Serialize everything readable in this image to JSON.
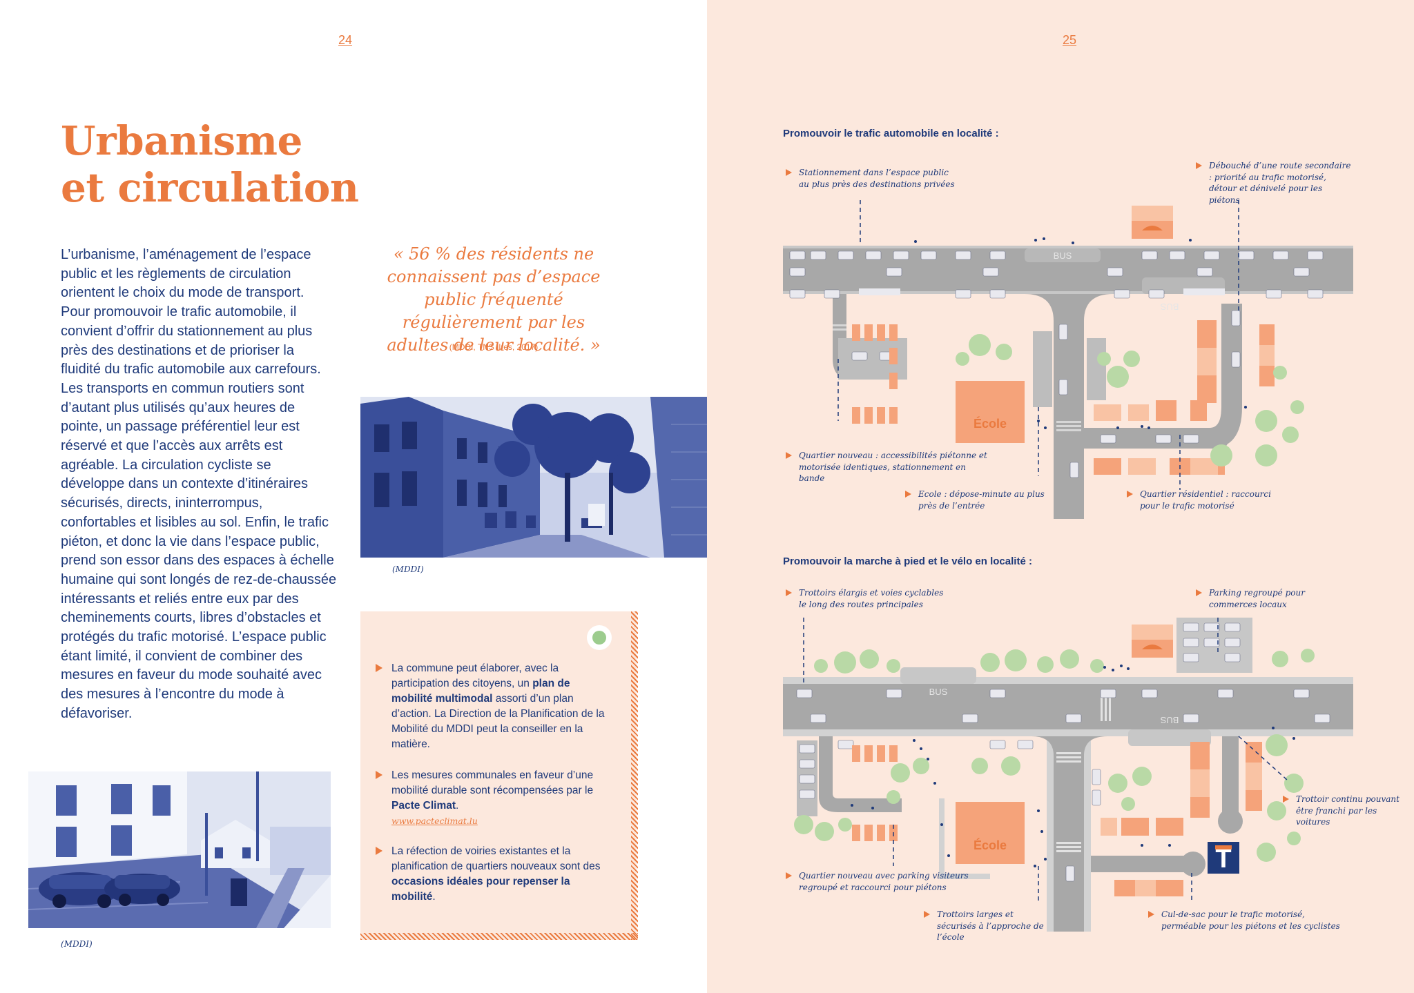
{
  "left_page": {
    "page_number": "24",
    "title_line1": "Urbanisme",
    "title_line2": "et circulation",
    "body": "L’urbanisme, l’aménagement de l’espace public et les règlements de circulation orientent le choix du mode de transport. Pour promouvoir le trafic automobile, il convient d’offrir du stationnement au plus près des destinations et de prioriser la fluidité du trafic automobile aux carrefours. Les transports en commun routiers sont d’autant plus utilisés qu’aux heures de pointe, un passage préférentiel leur est réservé et que l’accès aux arrêts est agréable. La circulation cycliste se développe dans un contexte d’itinéraires sécurisés, directs, ininterrompus, confortables et lisibles au sol. Enfin, le trafic piéton, et donc la vie dans l’espace public, prend son essor dans des espaces à échelle humaine qui sont longés de rez-de-chaussée intéressants et reliés entre eux par des cheminements courts, libres d’obstacles et protégés du trafic motorisé. L’espace public étant limité, il convient de combiner des mesures en faveur du mode souhaité avec des mesures à l’encontre du mode à défavoriser.",
    "quote": "« 56 % des résidents ne connaissent pas d’espace public fréquenté régulièrement par les adultes de leur localité. »",
    "quote_source": "(MDDI, TNS Ilres, 2017)",
    "photo_street_caption": "(MDDI)",
    "photo_parking_caption": "(MDDI)",
    "box": {
      "b1_pre": "La commune peut élaborer, avec la participation des citoyens, un ",
      "b1_bold": "plan de mobilité multimodal",
      "b1_post": " assorti d’un plan d’action. La Direction de la Planification de la Mobilité du MDDI peut la conseiller en la matière.",
      "b2_pre": "Les mesures communales en faveur d’une mobilité durable sont récompensées par le ",
      "b2_bold": "Pacte Climat",
      "b2_post": ".",
      "b2_link": "www.pacteclimat.lu",
      "b3_pre": "La réfection de voiries existantes et la planification de quartiers nouveaux sont des ",
      "b3_bold": "occasions idéales pour repenser la mobilité",
      "b3_post": "."
    }
  },
  "right_page": {
    "page_number": "25",
    "map1": {
      "title": "Promouvoir le trafic automobile en localité :",
      "a1": "Stationnement dans l’espace public au plus près des destinations privées",
      "a2": "Débouché d’une route secondaire : priorité au trafic motorisé, détour et dénivelé pour les piétons",
      "a3": "Quartier nouveau : accessibilités piétonne et motorisée identiques, stationnement en bande",
      "a4": "Ecole : dépose-minute au plus près de l’entrée",
      "a5": "Quartier résidentiel : raccourci pour le trafic motorisé",
      "school_label": "École",
      "bus_label": "BUS",
      "bus_label2": "BUS"
    },
    "map2": {
      "title": "Promouvoir la marche à pied et le vélo en localité :",
      "a1": "Trottoirs élargis et voies cyclables le long des routes principales",
      "a2": "Parking regroupé pour commerces locaux",
      "a3": "Trottoir continu pouvant être franchi par les voitures",
      "a4": "Quartier nouveau avec parking visiteurs regroupé et raccourci pour piétons",
      "a5": "Trottoirs larges et sécurisés à l’approche de l’école",
      "a6": "Cul-de-sac pour le trafic motorisé, perméable pour les piétons et les cyclistes",
      "school_label": "École",
      "bus_label": "BUS",
      "bus_label2": "BUS",
      "dead_end_sign": "T"
    }
  },
  "colors": {
    "accent_orange": "#ea7a3f",
    "navy": "#1f3a7a",
    "peach_bg": "#fce8dd",
    "road_gray": "#a8a8a8",
    "tree_green": "#b9d9a6"
  }
}
